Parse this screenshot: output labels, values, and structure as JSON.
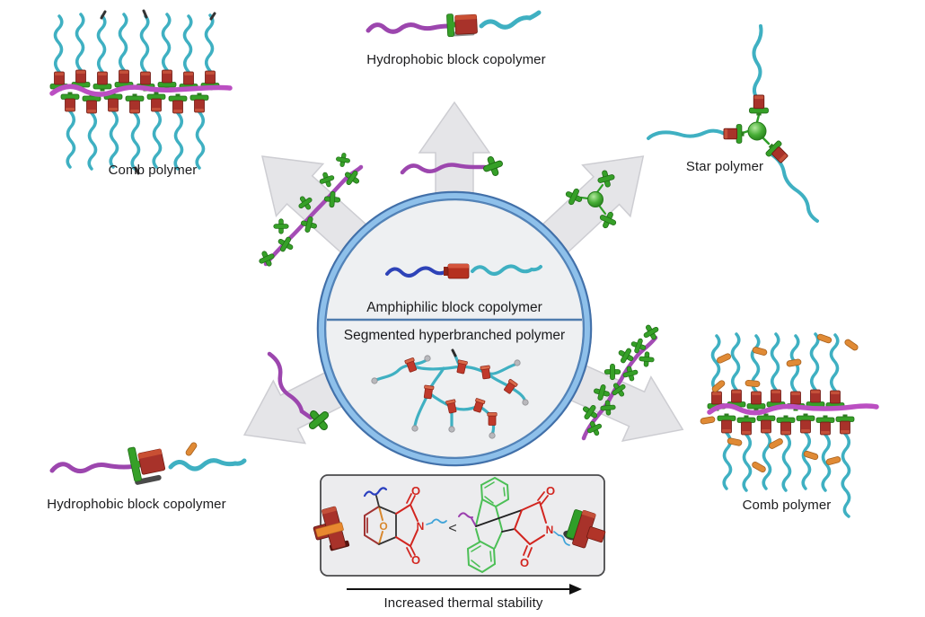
{
  "figure": {
    "center_hub": {
      "top_polymer_label": "Amphiphilic block copolymer",
      "bottom_polymer_label": "Segmented hyperbranched polymer"
    },
    "outer_labels": {
      "comb_top_left": "Comb polymer",
      "hydrophobic_top": "Hydrophobic block copolymer",
      "star_top_right": "Star polymer",
      "comb_bottom_right": "Comb polymer",
      "hydrophobic_bottom_left": "Hydrophobic block copolymer"
    },
    "thermal_inset": {
      "left_structure_atoms": {
        "carbonyl_o_top": "O",
        "bridge_o": "O",
        "carbonyl_o_bottom": "O",
        "nitrogen": "N"
      },
      "comparison_symbol": "<",
      "right_structure_atoms": {
        "carbonyl_o_top": "O",
        "carbonyl_o_bottom": "O",
        "nitrogen": "N"
      },
      "caption": "Increased thermal stability"
    },
    "icons": {
      "t_connector": "red-green-monomer-plug",
      "green_cross": "branch-unit-cross",
      "orange_rod": "side-group-rod",
      "green_sphere": "trifunctional-core",
      "gray_arrow": "transformation-arrow"
    },
    "colors": {
      "chain_cyan": "#3fb0c2",
      "chain_purple": "#9c46ae",
      "backbone_magenta": "#bb4fc2",
      "chain_dark_blue": "#2e43b8",
      "connector_red": "#a8322a",
      "connector_green": "#36a028",
      "rod_orange": "#e08a35",
      "arrow_gray": "#e5e5e8",
      "ring_blue": "#4c7cb5",
      "structure_red": "#d2251f",
      "structure_green": "#4cbf56",
      "bridge_orange": "#d8882f",
      "squiggle_light_blue": "#3fa3d8"
    }
  }
}
